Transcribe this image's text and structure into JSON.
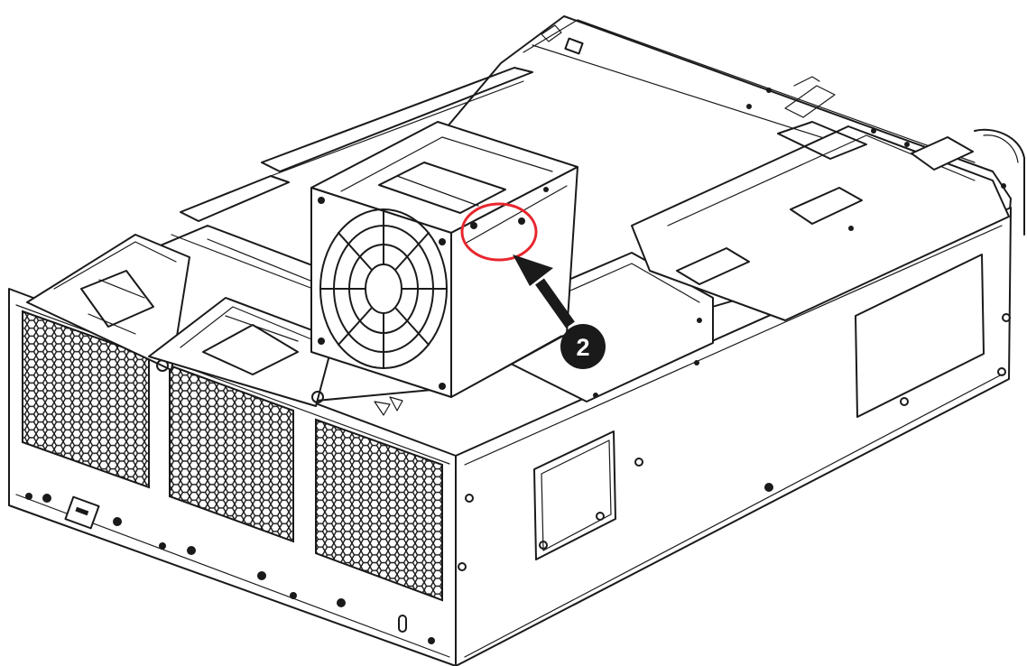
{
  "figure": {
    "step_callout": {
      "number": "2",
      "badge_color": "#1a1a1a",
      "text_color": "#ffffff"
    },
    "highlight": {
      "color": "#e8262d",
      "icon": "highlight-circle"
    },
    "arrow": {
      "color": "#1a1a1a",
      "icon": "push-arrow"
    },
    "line_color": "#1a1a1a",
    "background": "#ffffff"
  }
}
